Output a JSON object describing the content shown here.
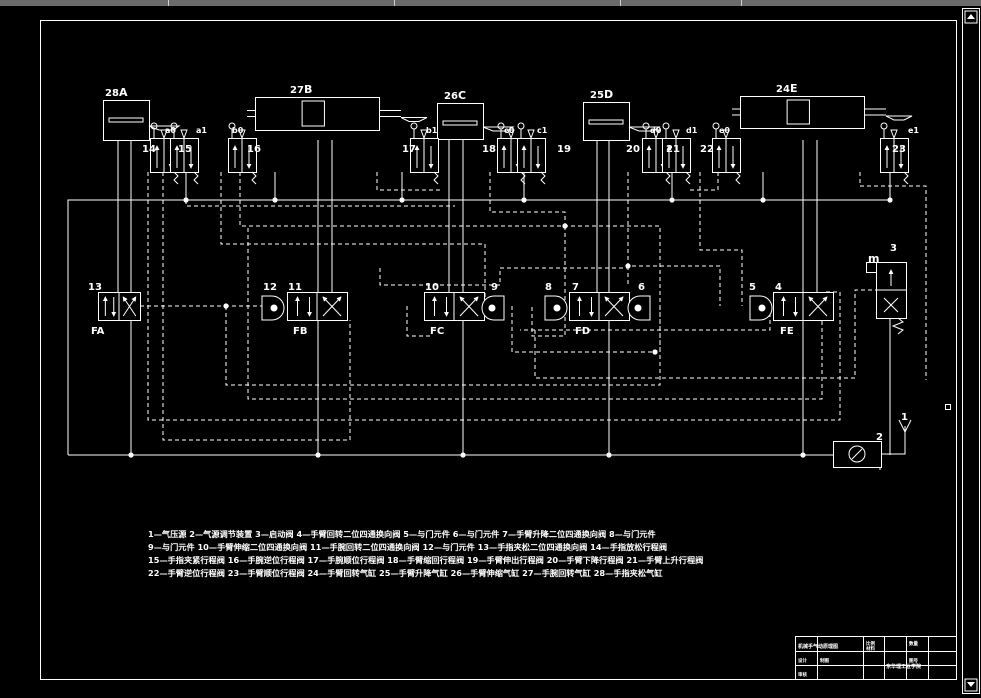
{
  "colors": {
    "background": "#000000",
    "line": "#ffffff",
    "frame": "#ffffff",
    "chrome": "#6b6b6b"
  },
  "cylinders": [
    {
      "num": "28",
      "letter": "A"
    },
    {
      "num": "27",
      "letter": "B"
    },
    {
      "num": "26",
      "letter": "C"
    },
    {
      "num": "25",
      "letter": "D"
    },
    {
      "num": "24",
      "letter": "E"
    }
  ],
  "sensor_tags": [
    "a0",
    "a1",
    "b0",
    "b1",
    "c0",
    "c1",
    "d0",
    "d1",
    "e0",
    "e1"
  ],
  "stroke_valves": [
    "14",
    "15",
    "16",
    "17",
    "18",
    "19",
    "20",
    "21",
    "22",
    "23"
  ],
  "main_valves": [
    "13",
    "12",
    "11",
    "10",
    "9",
    "8",
    "7",
    "6",
    "5",
    "4"
  ],
  "force_labels": [
    "FA",
    "FB",
    "FC",
    "FD",
    "FE"
  ],
  "source": {
    "valve": "3",
    "manual": "m",
    "outlet": "1",
    "filter": "2"
  },
  "legend": [
    "1—气压源   2—气源调节装置   3—启动阀   4—手臂回转二位四通换向阀   5—与门元件   6—与门元件   7—手臂升降二位四通换向阀   8—与门元件",
    "9—与门元件   10—手臂伸缩二位四通换向阀   11—手腕回转二位四通换向阀   12—与门元件   13—手指夹松二位四通换向阀   14—手指放松行程阀",
    "15—手指夹紧行程阀   16—手腕逆位行程阀   17—手腕顺位行程阀   18—手臂缩回行程阀   19—手臂伸出行程阀   20—手臂下降行程阀   21—手臂上升行程阀",
    "22—手臂逆位行程阀   23—手臂顺位行程阀   24—手臂回转气缸   25—手臂升降气缸   26—手臂伸缩气缸   27—手腕回转气缸   28—手指夹松气缸"
  ],
  "title_block": {
    "drawing_title": "机械手气动原理图",
    "school": "东华理工业学院",
    "rows": [
      "比例",
      "材料",
      "设计",
      "数量",
      "图号",
      "制图",
      "审核"
    ]
  }
}
